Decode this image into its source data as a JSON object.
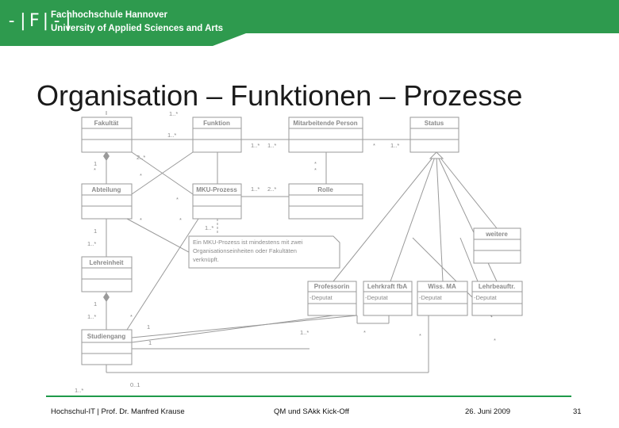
{
  "header": {
    "logo": "-|F|-|",
    "line1": "Fachhochschule Hannover",
    "line2": "University of Applied Sciences and Arts"
  },
  "title": "Organisation – Funktionen – Prozesse",
  "diagram": {
    "classes": {
      "fakultaet": "Fakultät",
      "funktion": "Funktion",
      "mitarbeitende": "Mitarbeitende Person",
      "status": "Status",
      "abteilung": "Abteilung",
      "mku": "MKU-Prozess",
      "rolle": "Rolle",
      "weitere": "weitere",
      "lehreinheit": "Lehreinheit",
      "professorin": "Professorin",
      "lehrkraft": "Lehrkraft fbA",
      "wiss": "Wiss. MA",
      "lehrbeauftr": "Lehrbeauftr.",
      "studiengang": "Studiengang"
    },
    "attribute": "-Deputat",
    "note": [
      "Ein MKU-Prozess ist mindestens mit zwei",
      "Organisationseinheiten oder Fakultäten",
      "verknüpft."
    ],
    "multiplicities": {
      "m1": "1..*",
      "m2": "1..*",
      "m3": "1..*",
      "m4": "1..*",
      "m5": "*",
      "m6": "1..*",
      "m7": "2..*",
      "m8": "1",
      "m9": "*",
      "m10": "*",
      "m11": "*",
      "m12": "*",
      "m13": "1..*",
      "m14": "2..*",
      "m15": "*",
      "m16": "*",
      "m17": "*",
      "m18": "1..*",
      "m19": "1",
      "m20": "1..*",
      "m21": "1",
      "m22": "1..*",
      "m23": "*",
      "m24": "1",
      "m25": "1..*",
      "m26": "1",
      "m27": "*",
      "m28": "*",
      "m29": "*",
      "m30": "0..1",
      "m31": "1..*"
    }
  },
  "footer": {
    "author": "Hochschul-IT | Prof. Dr. Manfred Krause",
    "event": "QM und SAkk Kick-Off",
    "date": "26. Juni 2009",
    "page": "31"
  }
}
